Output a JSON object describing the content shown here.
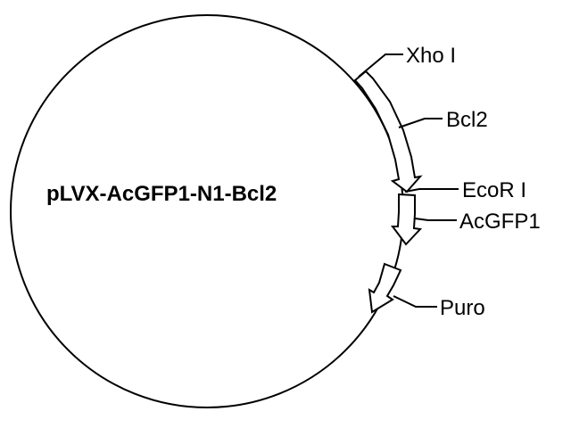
{
  "plasmid": {
    "name": "pLVX-AcGFP1-N1-Bcl2"
  },
  "features": [
    {
      "id": "bcl2",
      "label": "Bcl2"
    },
    {
      "id": "acgfp1",
      "label": "AcGFP1"
    },
    {
      "id": "puro",
      "label": "Puro"
    }
  ],
  "sites": [
    {
      "id": "xhoi",
      "label": "Xho I"
    },
    {
      "id": "ecori",
      "label": "EcoR I"
    }
  ],
  "colors": {
    "stroke": "#000000",
    "arrow_fill": "#ffffff",
    "background": "#ffffff"
  }
}
